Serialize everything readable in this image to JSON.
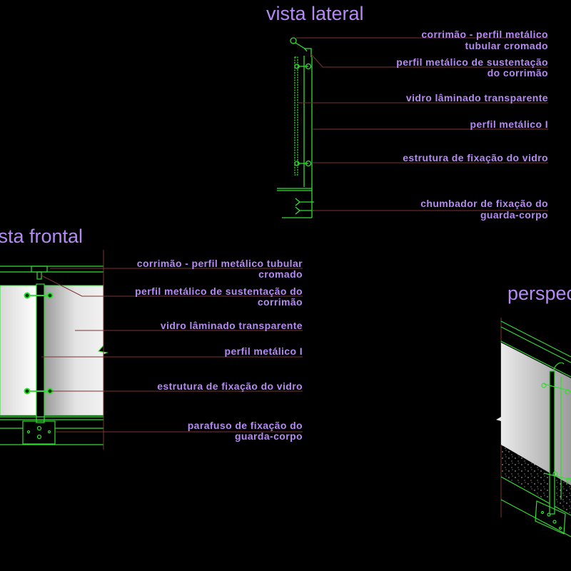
{
  "colors": {
    "label": "#b58af2",
    "leader": "#7a3535",
    "linework": "#33dd33",
    "background": "#000000"
  },
  "lateral": {
    "title": "vista lateral",
    "labels": [
      {
        "line1": "corrimão - perfil metálico",
        "line2": "tubular cromado"
      },
      {
        "line1": "perfil metálico de sustentação",
        "line2": "do corrimão"
      },
      {
        "line1": "vidro lâminado transparente"
      },
      {
        "line1": "perfil metálico I"
      },
      {
        "line1": "estrutura de fixação do vidro"
      },
      {
        "line1": "chumbador de fixação do",
        "line2": "guarda-corpo"
      }
    ]
  },
  "frontal": {
    "title": "vista frontal",
    "labels": [
      {
        "line1": "corrimão - perfil metálico tubular",
        "line2": "cromado"
      },
      {
        "line1": "perfil metálico de sustentação do",
        "line2": "corrimão"
      },
      {
        "line1": "vidro lâminado transparente"
      },
      {
        "line1": "perfil metálico I"
      },
      {
        "line1": "estrutura de fixação do vidro"
      },
      {
        "line1": "parafuso de fixação do",
        "line2": "guarda-corpo"
      }
    ]
  },
  "perspective": {
    "title": "perspectiva"
  }
}
